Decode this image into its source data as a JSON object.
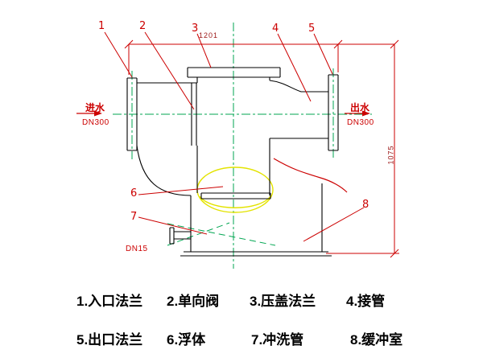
{
  "drawing": {
    "dim_width": "1201",
    "dim_height": "1075",
    "inlet": {
      "label": "进水",
      "dn": "DN300"
    },
    "outlet": {
      "label": "出水",
      "dn": "DN300"
    },
    "flush_dn": "DN15",
    "callouts": [
      "1",
      "2",
      "3",
      "4",
      "5",
      "6",
      "7",
      "8"
    ]
  },
  "legend": {
    "row1": [
      "1.入口法兰",
      "2.单向阀",
      "3.压盖法兰",
      "4.接管"
    ],
    "row2": [
      "5.出口法兰",
      "6.浮体",
      "7.冲洗管",
      "8.缓冲室"
    ]
  },
  "colors": {
    "line": "#000000",
    "leader": "#cc0000",
    "centerline": "#00a651",
    "float": "#e3e300"
  }
}
